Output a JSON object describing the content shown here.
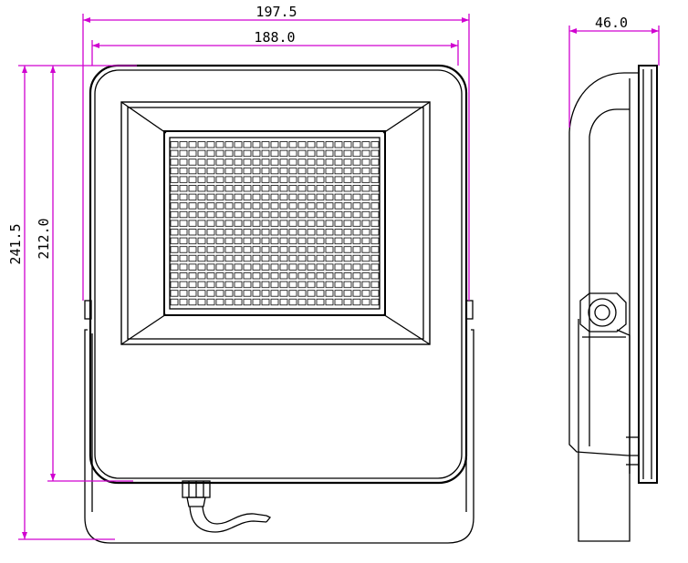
{
  "drawing": {
    "dimensions": {
      "overall_width": "197.5",
      "inner_width": "188.0",
      "overall_height": "241.5",
      "body_height": "212.0",
      "depth": "46.0"
    },
    "colors": {
      "outline": "#000000",
      "dimension_line": "#d000d0",
      "background": "#ffffff"
    }
  }
}
